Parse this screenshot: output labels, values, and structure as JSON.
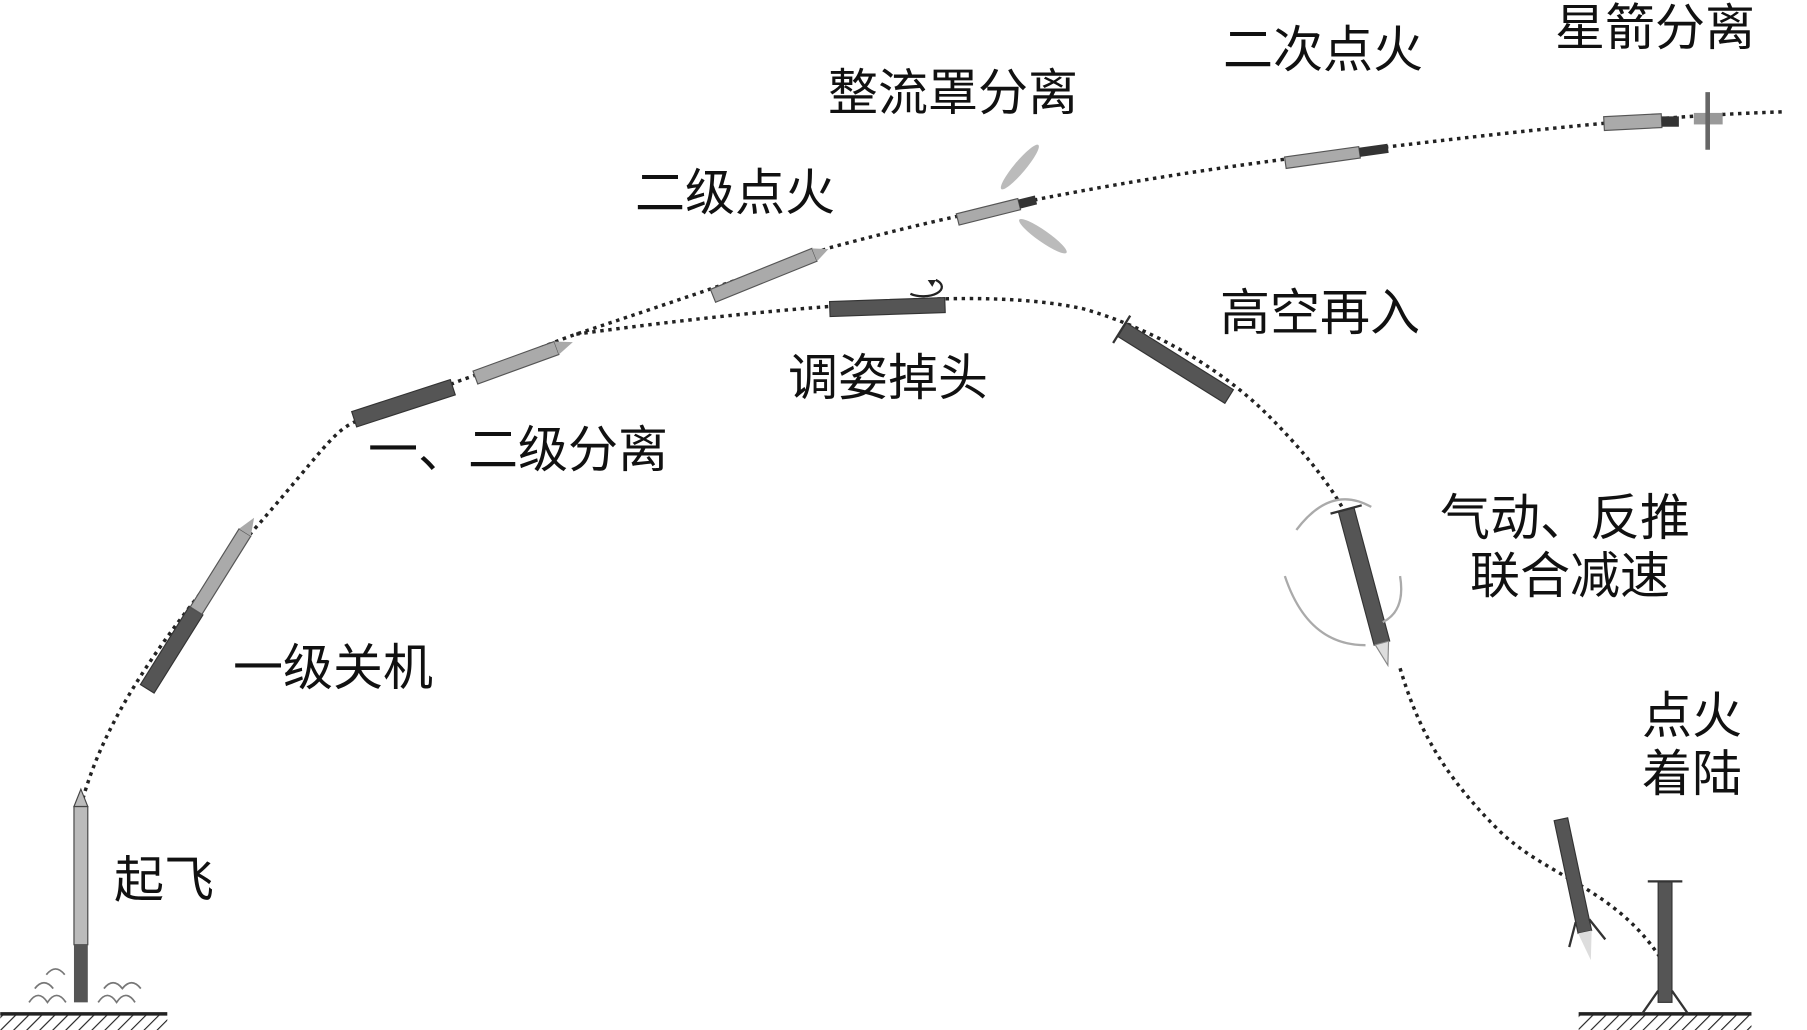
{
  "labels": {
    "takeoff": "起飞",
    "stage1_cutoff": "一级关机",
    "stage_separation": "一、二级分离",
    "stage2_ignition": "二级点火",
    "fairing_separation": "整流罩分离",
    "second_ignition": "二次点火",
    "payload_separation": "星箭分离",
    "attitude_flip": "调姿掉头",
    "high_altitude_reentry": "高空再入",
    "decel_line1": "气动、反推",
    "decel_line2": "联合减速",
    "landing_line1": "点火",
    "landing_line2": "着陆"
  },
  "colors": {
    "rocket_dark": "#555555",
    "rocket_light": "#aaaaaa",
    "path": "#222222"
  }
}
